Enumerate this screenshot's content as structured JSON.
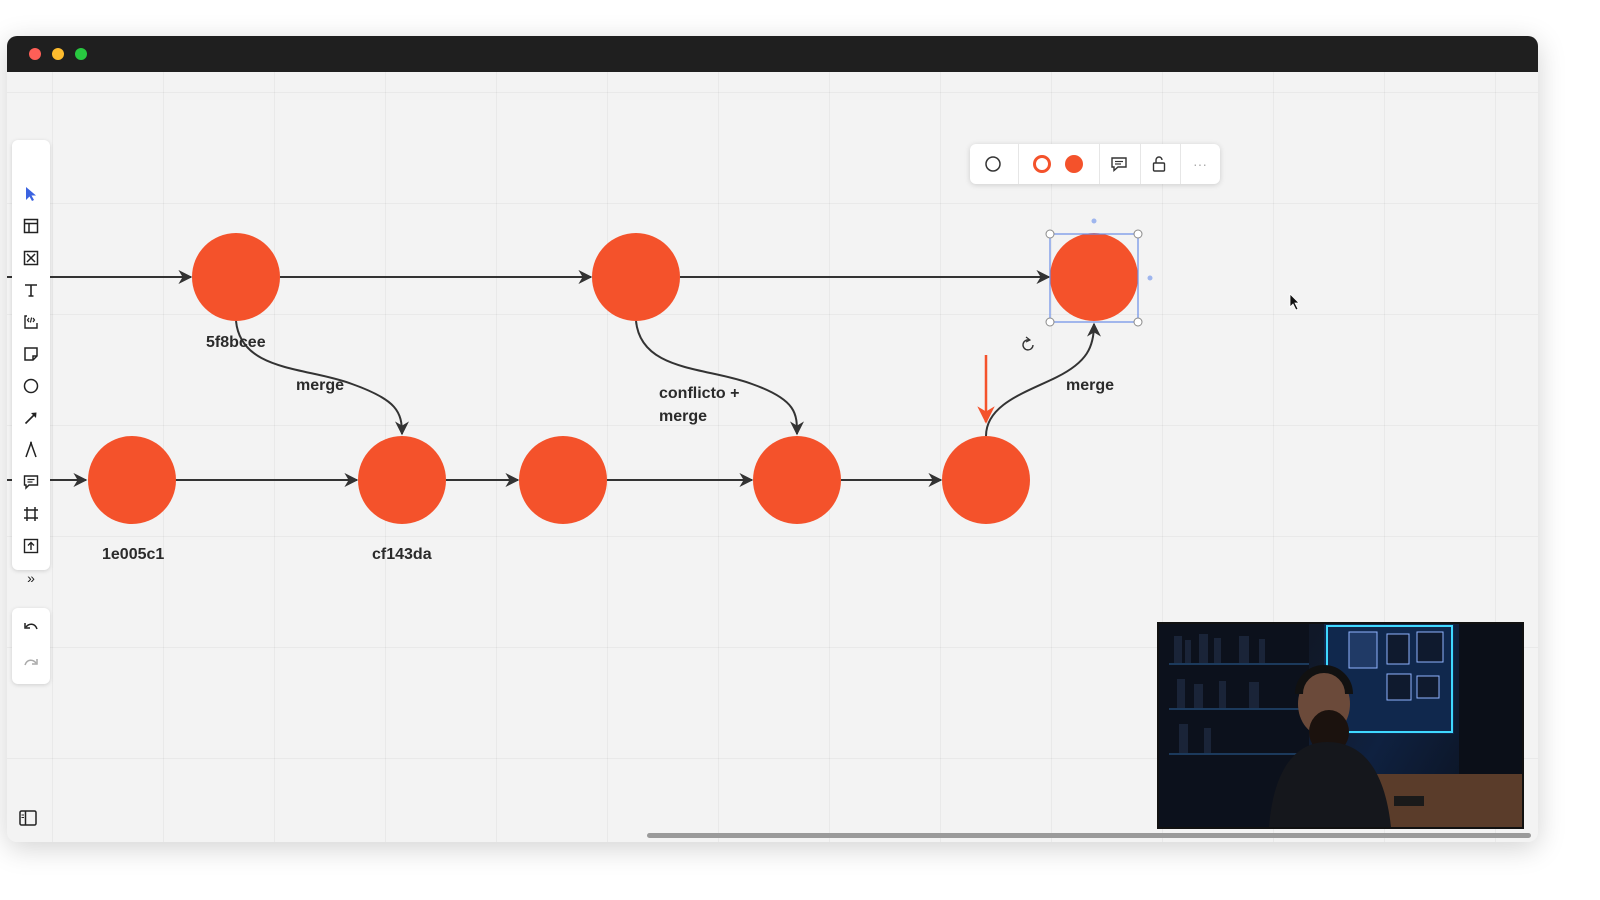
{
  "window": {
    "controls": [
      "close",
      "minimize",
      "maximize"
    ]
  },
  "toolbar": {
    "tools": [
      {
        "icon": "select-icon"
      },
      {
        "icon": "templates-icon"
      },
      {
        "icon": "frame-placeholder-icon"
      },
      {
        "icon": "text-icon"
      },
      {
        "icon": "code-block-icon"
      },
      {
        "icon": "sticky-note-icon"
      },
      {
        "icon": "shape-icon"
      },
      {
        "icon": "connector-icon"
      },
      {
        "icon": "pen-icon"
      },
      {
        "icon": "comment-icon"
      },
      {
        "icon": "frame-icon"
      },
      {
        "icon": "upload-icon"
      },
      {
        "icon": "more-tools-icon"
      }
    ],
    "more_glyph": "»",
    "undo_icon": "undo-icon",
    "redo_icon": "redo-icon"
  },
  "context_toolbar": {
    "items": [
      "shape-outline-icon",
      "border-color-icon",
      "fill-color-icon",
      "comment-icon",
      "lock-icon",
      "more-icon"
    ],
    "more_glyph": "···"
  },
  "diagram": {
    "node_color": "#f4522b",
    "edge_color": "#333333",
    "highlight_color": "#f4522b",
    "selection_color": "#6b8ee8",
    "labels": {
      "commit_5f8bcee": "5f8bcee",
      "commit_1e005c1": "1e005c1",
      "commit_cf143da": "cf143da",
      "merge_1": "merge",
      "conflict_merge": "conflicto +\nmerge",
      "merge_2": "merge"
    }
  },
  "webcam": {
    "description_icon": "webcam-overlay"
  }
}
